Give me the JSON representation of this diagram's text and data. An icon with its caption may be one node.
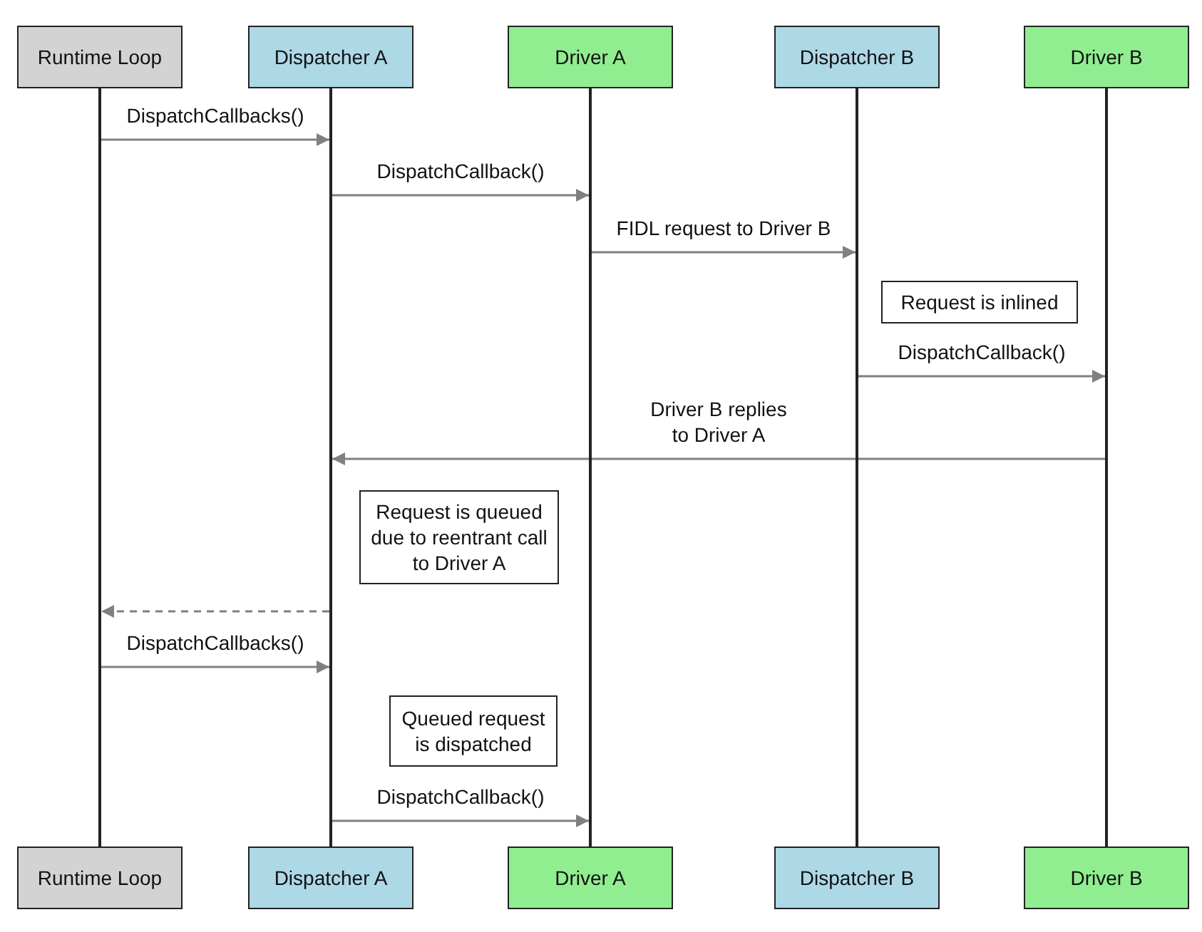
{
  "diagram": {
    "nodes": [
      {
        "text": [
          "Runtime Loop"
        ]
      },
      {
        "text": [
          "Dispatcher A"
        ]
      },
      {
        "text": [
          "Driver A"
        ]
      },
      {
        "text": [
          "Dispatcher B"
        ]
      },
      {
        "text": [
          "Driver B"
        ]
      },
      {
        "text": [
          "Runtime Loop"
        ]
      },
      {
        "text": [
          "Dispatcher A"
        ]
      },
      {
        "text": [
          "Driver A"
        ]
      },
      {
        "text": [
          "Dispatcher B"
        ]
      },
      {
        "text": [
          "Driver B"
        ]
      },
      {
        "text": [
          "Request is inlined"
        ]
      },
      {
        "text": [
          "Request is queued due to reentrant call to Driver A"
        ]
      },
      {
        "text": [
          "Queued request is dispatched"
        ]
      },
      {
        "text": [],
        "shape": "bar"
      },
      {
        "text": [],
        "shape": "bar"
      },
      {
        "text": [],
        "shape": "bar"
      },
      {
        "text": [],
        "shape": "bar"
      },
      {
        "text": [],
        "shape": "bar"
      }
    ],
    "edges": [
      {
        "from": 13,
        "to": 14,
        "arrow": "to",
        "label": "DispatchCallbacks()"
      },
      {
        "from": 14,
        "to": 15,
        "arrow": "to",
        "label": "DispatchCallback()"
      },
      {
        "from": 15,
        "to": 16,
        "arrow": "to",
        "label": "FIDL request to Driver B"
      },
      {
        "from": 16,
        "to": 17,
        "arrow": "to",
        "label": "DispatchCallback()"
      },
      {
        "from": 17,
        "to": 14,
        "arrow": "to",
        "label": "Driver B replies to Driver A"
      },
      {
        "from": 14,
        "to": 13,
        "arrow": "to",
        "style": "dashed"
      },
      {
        "from": 13,
        "to": 14,
        "arrow": "to",
        "label": "DispatchCallbacks()"
      },
      {
        "from": 14,
        "to": 15,
        "arrow": "to",
        "label": "DispatchCallback()"
      }
    ]
  }
}
